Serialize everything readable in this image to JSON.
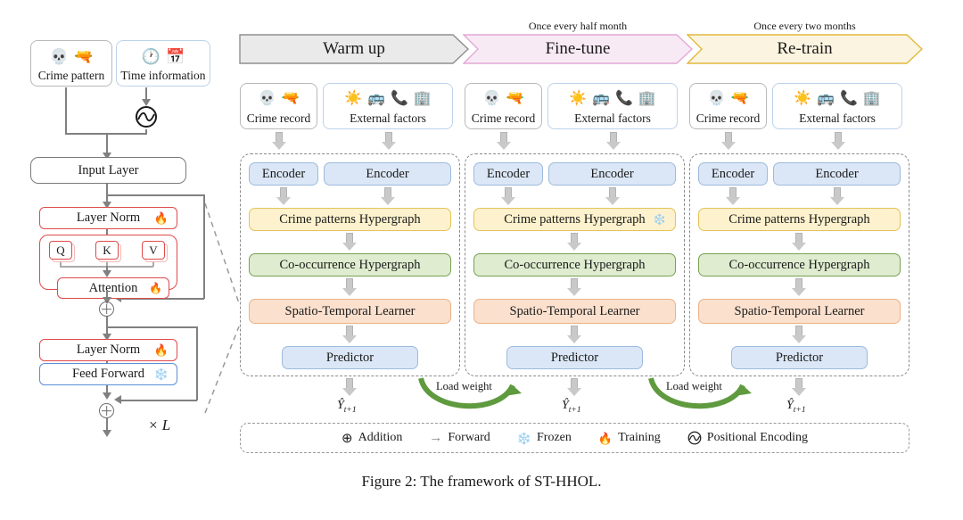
{
  "figure": {
    "caption": "Figure 2: The framework of ST-HHOL."
  },
  "left_panel": {
    "inputs": [
      {
        "label": "Crime pattern",
        "icons": [
          "skull-icon",
          "pistol-icon"
        ]
      },
      {
        "label": "Time information",
        "icons": [
          "clock-icon",
          "calendar-icon"
        ]
      }
    ],
    "positional_encoding_icon": "positional-encoding-icon",
    "blocks": [
      {
        "label": "Input Layer",
        "style": "plain",
        "badge": ""
      },
      {
        "label": "Layer Norm",
        "style": "red",
        "badge": "training-flame-icon"
      },
      {
        "label": "Attention",
        "style": "red",
        "badge": "training-flame-icon"
      },
      {
        "label": "Layer Norm",
        "style": "red",
        "badge": "training-flame-icon"
      },
      {
        "label": "Feed Forward",
        "style": "blue",
        "badge": "frozen-snowflake-icon"
      }
    ],
    "qkv": [
      "Q",
      "K",
      "V"
    ],
    "repeat_label": "× L",
    "addition_icon": "oplus-icon"
  },
  "stages": [
    {
      "id": "warm-up",
      "title": "Warm up",
      "note": "",
      "fill": "#eaeaea",
      "stroke": "#8f8f8f",
      "frozen_on": ""
    },
    {
      "id": "fine-tune",
      "title": "Fine-tune",
      "note": "Once every half month",
      "fill": "#f8eaf5",
      "stroke": "#e3a8d6",
      "frozen_on": "Crime patterns Hypergraph"
    },
    {
      "id": "re-train",
      "title": "Re-train",
      "note": "Once every two months",
      "fill": "#faf4e0",
      "stroke": "#e2b93d",
      "frozen_on": ""
    }
  ],
  "pipeline": {
    "inputs": [
      {
        "label": "Crime record",
        "icons": [
          "skull-icon",
          "pistol-icon"
        ],
        "border": "#b9b9b9"
      },
      {
        "label": "External factors",
        "icons": [
          "sun-icon",
          "bus-icon",
          "phone-signal-icon",
          "buildings-icon"
        ],
        "border": "#bcd2ea"
      }
    ],
    "stack": [
      {
        "label": "Encoder",
        "fill": "#dbe7f6",
        "stroke": "#9dbbdd"
      },
      {
        "label": "Encoder",
        "fill": "#dbe7f6",
        "stroke": "#9dbbdd"
      },
      {
        "label": "Crime patterns Hypergraph",
        "fill": "#fdf2cd",
        "stroke": "#e3c35a"
      },
      {
        "label": "Co-occurrence Hypergraph",
        "fill": "#dfeccf",
        "stroke": "#79a055"
      },
      {
        "label": "Spatio-Temporal Learner",
        "fill": "#fbe0cd",
        "stroke": "#eab288"
      },
      {
        "label": "Predictor",
        "fill": "#dbe7f6",
        "stroke": "#9dbbdd"
      }
    ],
    "output_label": "Y",
    "output_sub": "t+1",
    "load_weight_label": "Load weight",
    "load_weight_color": "#5f9a3f"
  },
  "legend": {
    "items": [
      {
        "icon": "oplus-icon",
        "label": "Addition"
      },
      {
        "icon": "forward-arrow-icon",
        "label": "Forward"
      },
      {
        "icon": "frozen-snowflake-icon",
        "label": "Frozen"
      },
      {
        "icon": "training-flame-icon",
        "label": "Training"
      },
      {
        "icon": "positional-encoding-icon",
        "label": "Positional Encoding"
      }
    ]
  }
}
